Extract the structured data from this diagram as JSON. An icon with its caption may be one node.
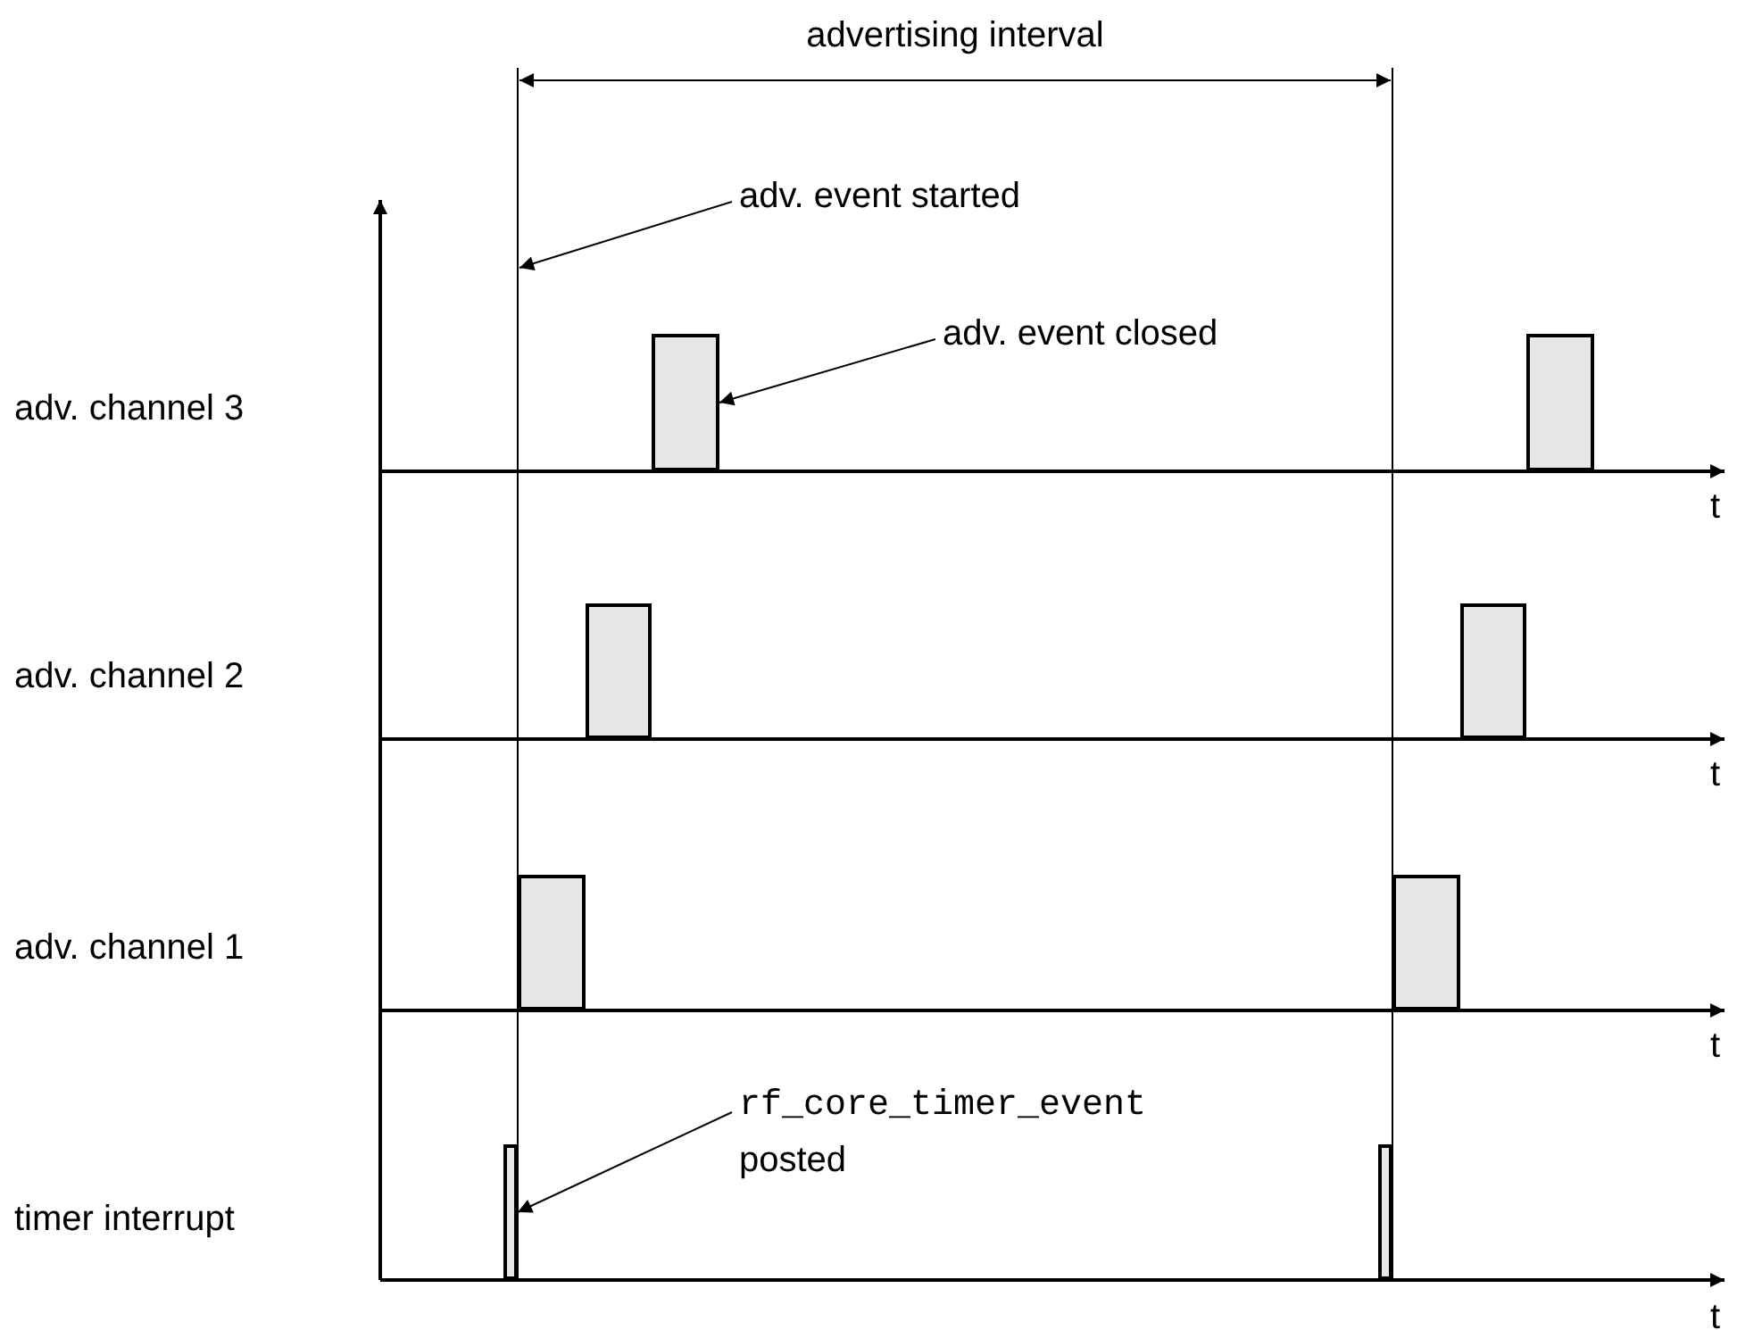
{
  "diagram": {
    "nodes": [
      {
        "text": [
          "adv. event started"
        ]
      },
      {
        "text": [
          "adv. event closed"
        ]
      },
      {
        "text": [],
        "shape": "bar"
      },
      {
        "text": [
          "rf_core_timer_event",
          "posted"
        ]
      },
      {
        "text": [],
        "shape": "bar"
      },
      {
        "text": [],
        "shape": "bar"
      },
      {
        "text": [],
        "shape": "bar"
      },
      {
        "text": [],
        "shape": "bar"
      },
      {
        "text": [],
        "shape": "bar"
      },
      {
        "text": [],
        "shape": "bar"
      },
      {
        "text": [],
        "shape": "bar"
      }
    ],
    "edges": [
      {
        "from": 0,
        "to": null,
        "arrow": "to"
      },
      {
        "from": 1,
        "to": 2,
        "arrow": "to"
      },
      {
        "from": 3,
        "to": 4,
        "arrow": "to"
      }
    ],
    "labels": [
      "advertising interval",
      "adv. channel 3",
      "t",
      "adv. channel 2",
      "t",
      "adv. channel 1",
      "t",
      "timer interrupt",
      "t"
    ]
  }
}
